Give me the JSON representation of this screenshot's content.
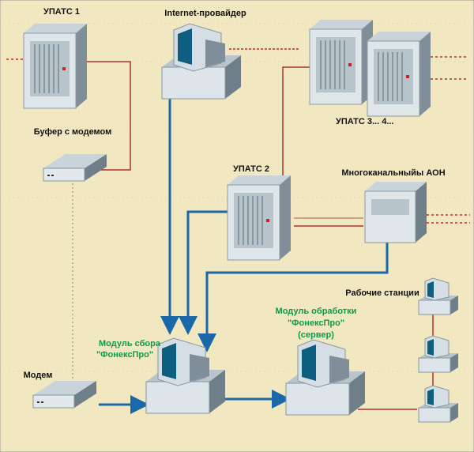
{
  "labels": {
    "upats1": "УПАТС 1",
    "internet": "Internet-провайдер",
    "upats34": "УПАТС 3... 4...",
    "buffer": "Буфер с модемом",
    "upats2": "УПАТС 2",
    "aon": "Многоканальныйы АОН",
    "workstations": "Рабочие станции",
    "collector_1": "Модуль сбора",
    "collector_2": "\"ФонексПро\"",
    "processor_1": "Модуль обработки",
    "processor_2": "\"ФонексПро\"",
    "processor_3": "(сервер)",
    "modem": "Модем"
  },
  "colors": {
    "background": "#f1e7c0",
    "data_link": "#1a68a8",
    "phone_line": "#b2302e",
    "green_label": "#0f9a4a"
  }
}
